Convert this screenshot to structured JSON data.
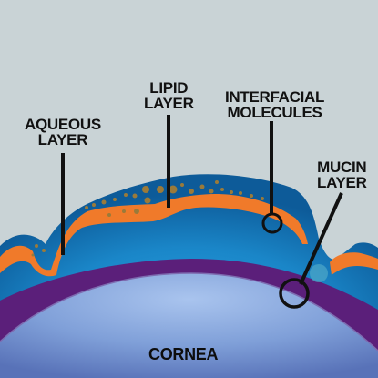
{
  "labels": {
    "aqueous": [
      "AQUEOUS",
      "LAYER"
    ],
    "lipid": [
      "LIPID",
      "LAYER"
    ],
    "interfacial": [
      "INTERFACIAL",
      "MOLECULES"
    ],
    "mucin": [
      "MUCIN",
      "LAYER"
    ],
    "cornea": "CORNEA"
  },
  "colors": {
    "background": "#c9d3d6",
    "aqueous_blue": "#1a8fd0",
    "aqueous_dark": "#0d5b99",
    "lipid_orange": "#f07a2a",
    "mucin_purple": "#5b1f7a",
    "cornea_light": "#8fb3e6",
    "cornea_dark": "#5a7cbf",
    "particles": "#9a7a3a",
    "lines": "#111111"
  }
}
